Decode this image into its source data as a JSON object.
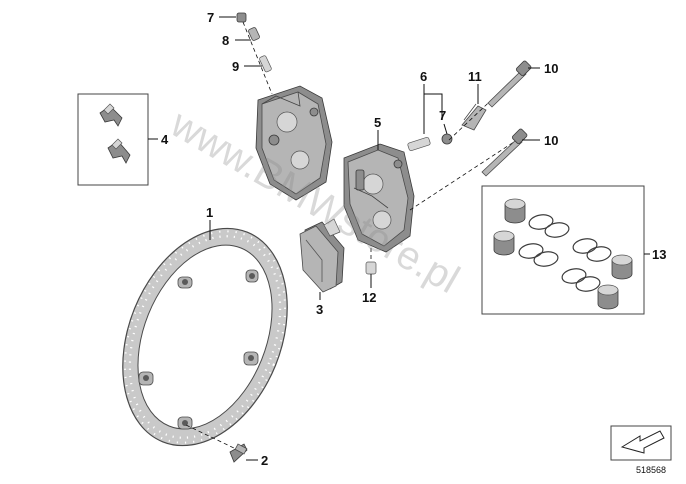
{
  "callouts": {
    "c1": "1",
    "c2": "2",
    "c3": "3",
    "c4": "4",
    "c5": "5",
    "c6": "6",
    "c7a": "7",
    "c7b": "7",
    "c8": "8",
    "c9": "9",
    "c10a": "10",
    "c10b": "10",
    "c11": "11",
    "c12": "12",
    "c13": "13"
  },
  "watermark": "www.BMWstore.pl",
  "diagram_id": "518568",
  "icons": {
    "orientation": "direction-arrow-icon",
    "disc": "brake-disc-icon",
    "caliper": "brake-caliper-icon",
    "pads": "brake-pad-icon",
    "pistons": "caliper-piston-icon"
  },
  "colors": {
    "line": "#111111",
    "part_fill": "#b5b5b5",
    "watermark": "#8a8a8a"
  }
}
